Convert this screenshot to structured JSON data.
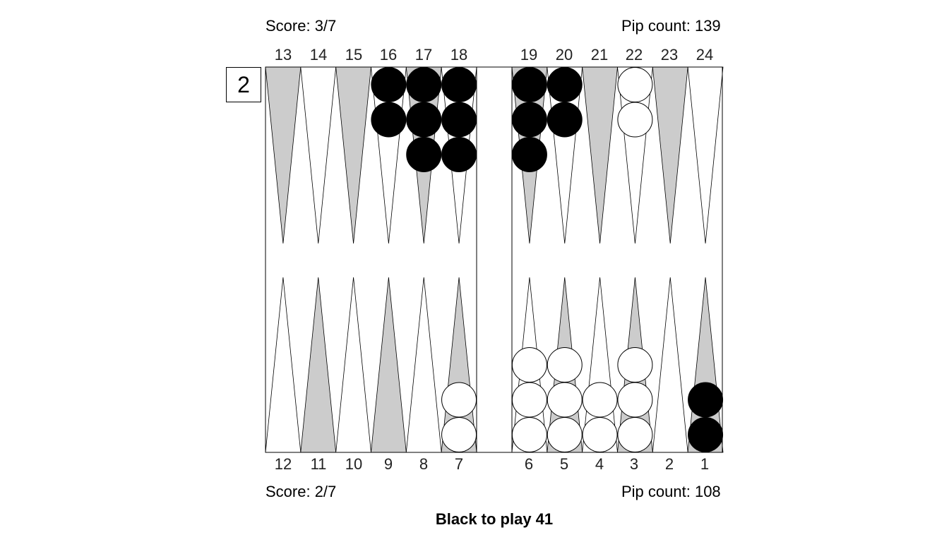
{
  "top_player": {
    "score_label": "Score: 3/7",
    "pip_label": "Pip count: 139"
  },
  "bottom_player": {
    "score_label": "Score: 2/7",
    "pip_label": "Pip count: 108"
  },
  "cube": {
    "value": "2"
  },
  "status": {
    "text": "Black to play 41"
  },
  "point_numbers": {
    "top": [
      "13",
      "14",
      "15",
      "16",
      "17",
      "18",
      "19",
      "20",
      "21",
      "22",
      "23",
      "24"
    ],
    "bottom": [
      "12",
      "11",
      "10",
      "9",
      "8",
      "7",
      "6",
      "5",
      "4",
      "3",
      "2",
      "1"
    ]
  },
  "colors": {
    "board": "#ffffff",
    "point_light": "#ffffff",
    "point_dark": "#cccccc",
    "checker_black": "#000000",
    "checker_white": "#ffffff",
    "outline": "#000000"
  },
  "position": {
    "checkers": [
      {
        "point": 16,
        "color": "black",
        "count": 2
      },
      {
        "point": 17,
        "color": "black",
        "count": 3
      },
      {
        "point": 18,
        "color": "black",
        "count": 3
      },
      {
        "point": 19,
        "color": "black",
        "count": 3
      },
      {
        "point": 20,
        "color": "black",
        "count": 2
      },
      {
        "point": 22,
        "color": "white",
        "count": 2
      },
      {
        "point": 7,
        "color": "white",
        "count": 2
      },
      {
        "point": 6,
        "color": "white",
        "count": 3
      },
      {
        "point": 5,
        "color": "white",
        "count": 3
      },
      {
        "point": 4,
        "color": "white",
        "count": 2
      },
      {
        "point": 3,
        "color": "white",
        "count": 3
      },
      {
        "point": 1,
        "color": "black",
        "count": 2
      }
    ]
  }
}
